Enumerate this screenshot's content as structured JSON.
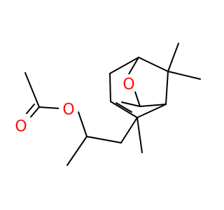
{
  "molecule": {
    "atoms": {
      "carbonyl_oxygen": "O",
      "ester_oxygen": "O",
      "bridge_oxygen": "O"
    },
    "colors": {
      "bond": "#000000",
      "oxygen": "#ff0d0d",
      "background": "#ffffff"
    }
  }
}
